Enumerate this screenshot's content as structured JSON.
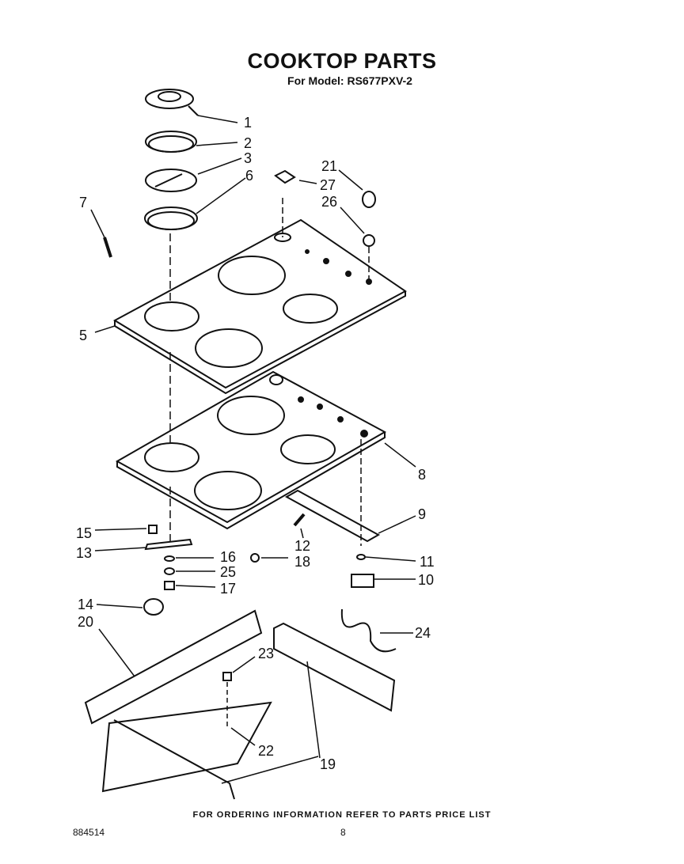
{
  "header": {
    "title": "COOKTOP PARTS",
    "subtitle": "For Model: RS677PXV-2"
  },
  "footer": {
    "note": "FOR ORDERING INFORMATION REFER TO PARTS PRICE LIST",
    "doc_number": "884514",
    "page": "8"
  },
  "callouts": [
    "1",
    "2",
    "3",
    "6",
    "7",
    "5",
    "21",
    "27",
    "26",
    "8",
    "9",
    "15",
    "13",
    "12",
    "16",
    "18",
    "25",
    "11",
    "17",
    "10",
    "14",
    "20",
    "24",
    "23",
    "22",
    "19"
  ]
}
